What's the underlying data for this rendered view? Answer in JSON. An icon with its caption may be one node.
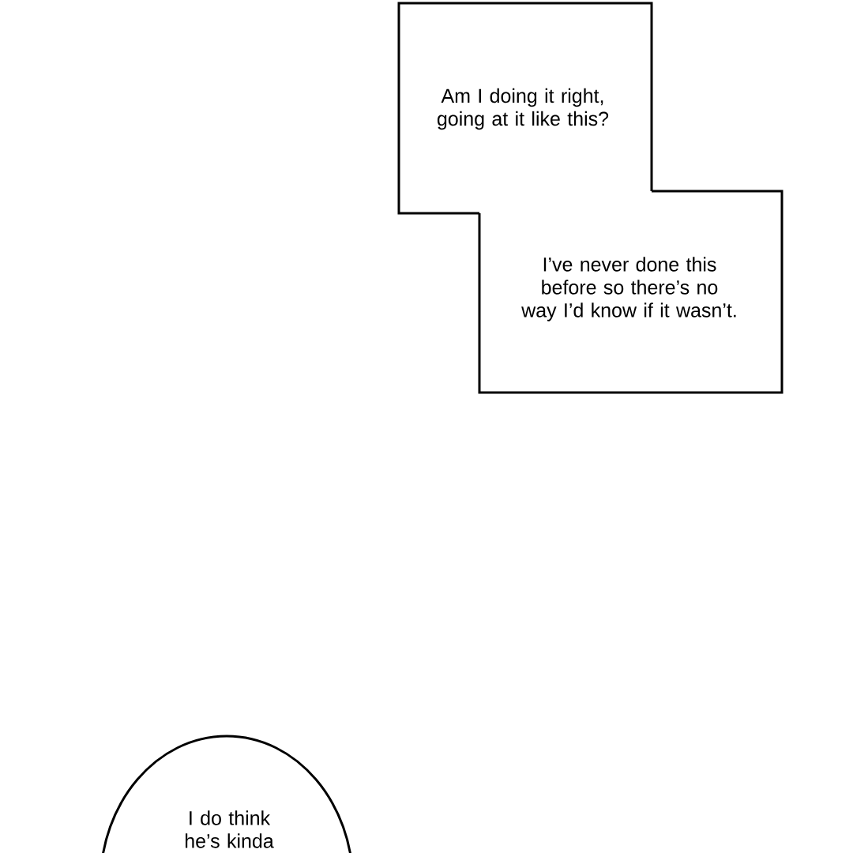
{
  "diagram": {
    "nodes": [
      {
        "text": [
          "Am I doing it right, going at it like this?"
        ]
      },
      {
        "text": [
          "I’ve never done this before so there’s no way I’d know if it wasn’t."
        ]
      },
      {
        "text": [
          "I do think he’s kinda"
        ]
      }
    ]
  }
}
